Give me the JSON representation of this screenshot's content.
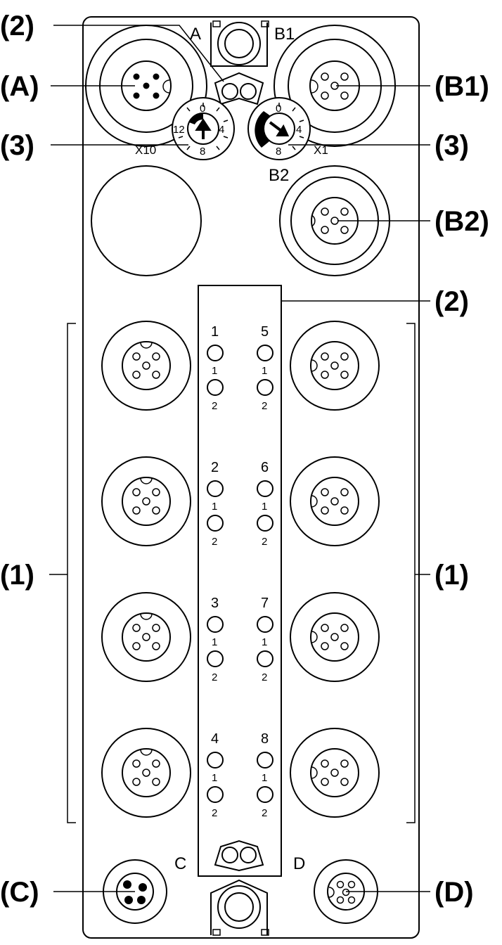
{
  "callouts": {
    "c2_top": "(2)",
    "cA": "(A)",
    "c3_left": "(3)",
    "cB1": "(B1)",
    "c3_right": "(3)",
    "cB2": "(B2)",
    "c2_mid": "(2)",
    "c1_left": "(1)",
    "c1_right": "(1)",
    "cC": "(C)",
    "cD": "(D)"
  },
  "labels": {
    "A": "A",
    "B1": "B1",
    "B2": "B2",
    "C": "C",
    "D": "D",
    "x10": "X10",
    "x1": "X1"
  },
  "dials": {
    "left": {
      "d0": "0",
      "d4": "4",
      "d8": "8",
      "d12": "12"
    },
    "right": {
      "d0": "0",
      "d4": "4",
      "d8": "8"
    }
  },
  "led_channels": [
    {
      "num": "1",
      "sub1": "1",
      "sub2": "2"
    },
    {
      "num": "5",
      "sub1": "1",
      "sub2": "2"
    },
    {
      "num": "2",
      "sub1": "1",
      "sub2": "2"
    },
    {
      "num": "6",
      "sub1": "1",
      "sub2": "2"
    },
    {
      "num": "3",
      "sub1": "1",
      "sub2": "2"
    },
    {
      "num": "7",
      "sub1": "1",
      "sub2": "2"
    },
    {
      "num": "4",
      "sub1": "1",
      "sub2": "2"
    },
    {
      "num": "8",
      "sub1": "1",
      "sub2": "2"
    }
  ],
  "colors": {
    "line": "#000000",
    "background": "#ffffff"
  }
}
